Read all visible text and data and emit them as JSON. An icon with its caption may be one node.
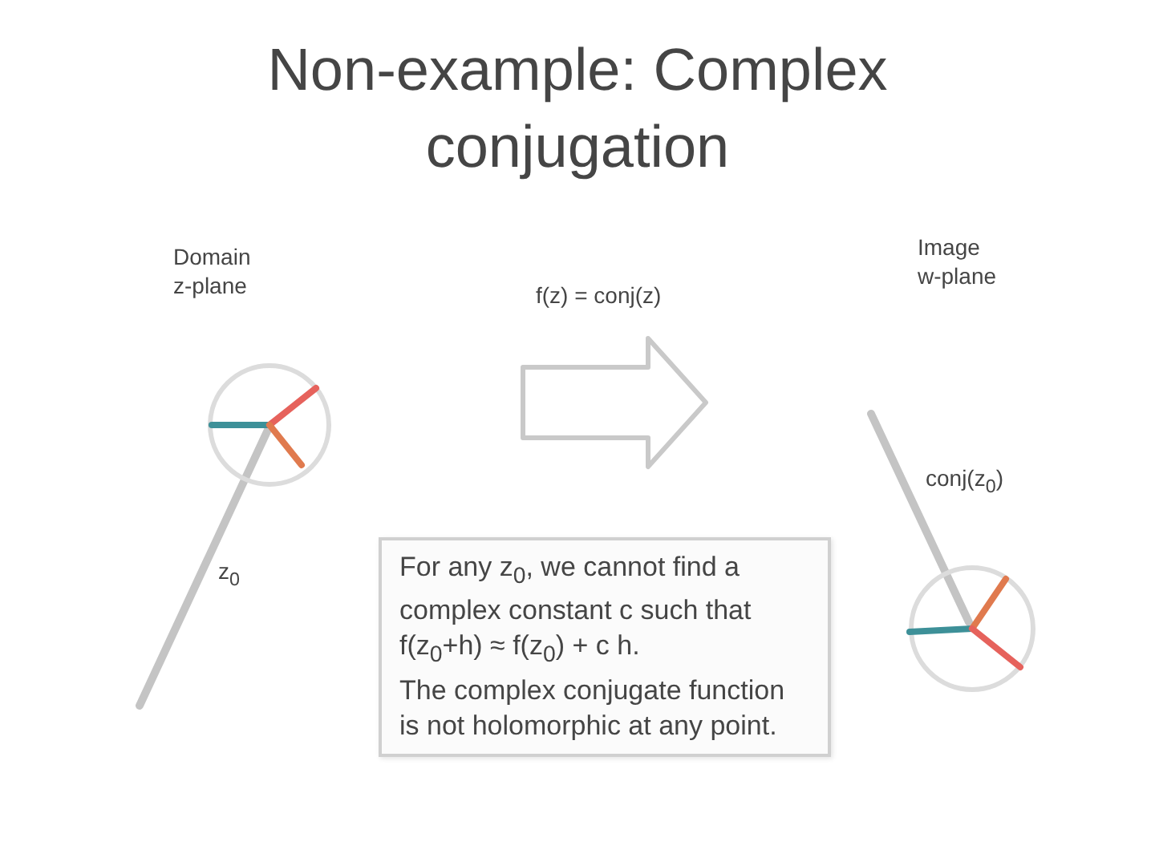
{
  "diagram": {
    "title": "Non-example: Complex conjugation",
    "nodes": [
      {
        "text": [
          "For any z$_{0}$, we cannot find a complex constant c such that f(z$_{0}$+h) ≈ f(z$_{0}$) + c h.",
          "The complex conjugate function is not holomorphic at any point."
        ]
      }
    ],
    "labels": [
      "Domain z-plane",
      "f(z) = conj(z)",
      "Image w-plane",
      "conj(z$_{0}$)",
      "z$_{0}$"
    ]
  }
}
